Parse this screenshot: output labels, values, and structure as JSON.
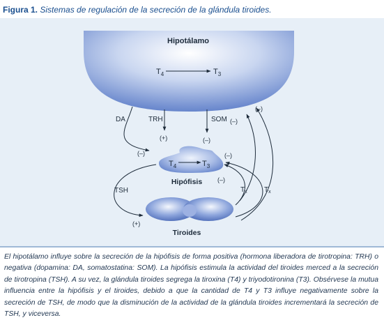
{
  "figure": {
    "number": "Figura 1.",
    "title": "Sistemas de regulación de la secreción de la glándula tiroides."
  },
  "diagram": {
    "hypothalamus_label": "Hipotálamo",
    "pituitary_label": "Hipófisis",
    "thyroid_label": "Tiroides",
    "hormone_t4": "T",
    "hormone_t4_sub": "4",
    "hormone_t3": "T",
    "hormone_t3_sub": "3",
    "hormone_tx": "T",
    "hormone_tx_sub": "x",
    "da_label": "DA",
    "trh_label": "TRH",
    "som_label": "SOM",
    "tsh_label": "TSH",
    "plus_sign": "(+)",
    "minus_sign": "(–)"
  },
  "colors": {
    "title_blue": "#1a4f8f",
    "panel_bg": "#e7eff7",
    "organ_dark": "#5f7fc9",
    "organ_light": "#ffffff"
  },
  "caption": "El hipotálamo influye sobre la secreción de la hipófisis de forma positiva (hormona liberadora de tirotropina: TRH) o negativa (dopamina: DA, somatostatina: SOM). La hipófisis estimula la actividad del tiroides merced a la secreción de tirotropina (TSH). A su vez, la glándula tiroides segrega la tiroxina (T4) y triyodotironina (T3). Obsérvese la mutua influencia entre la hipófisis y el tiroides, debido a que la cantidad de T4 y T3 influye negativamente sobre la secreción de TSH, de modo que la disminución de la actividad de la glándula tiroides incrementará la secreción de TSH, y viceversa."
}
